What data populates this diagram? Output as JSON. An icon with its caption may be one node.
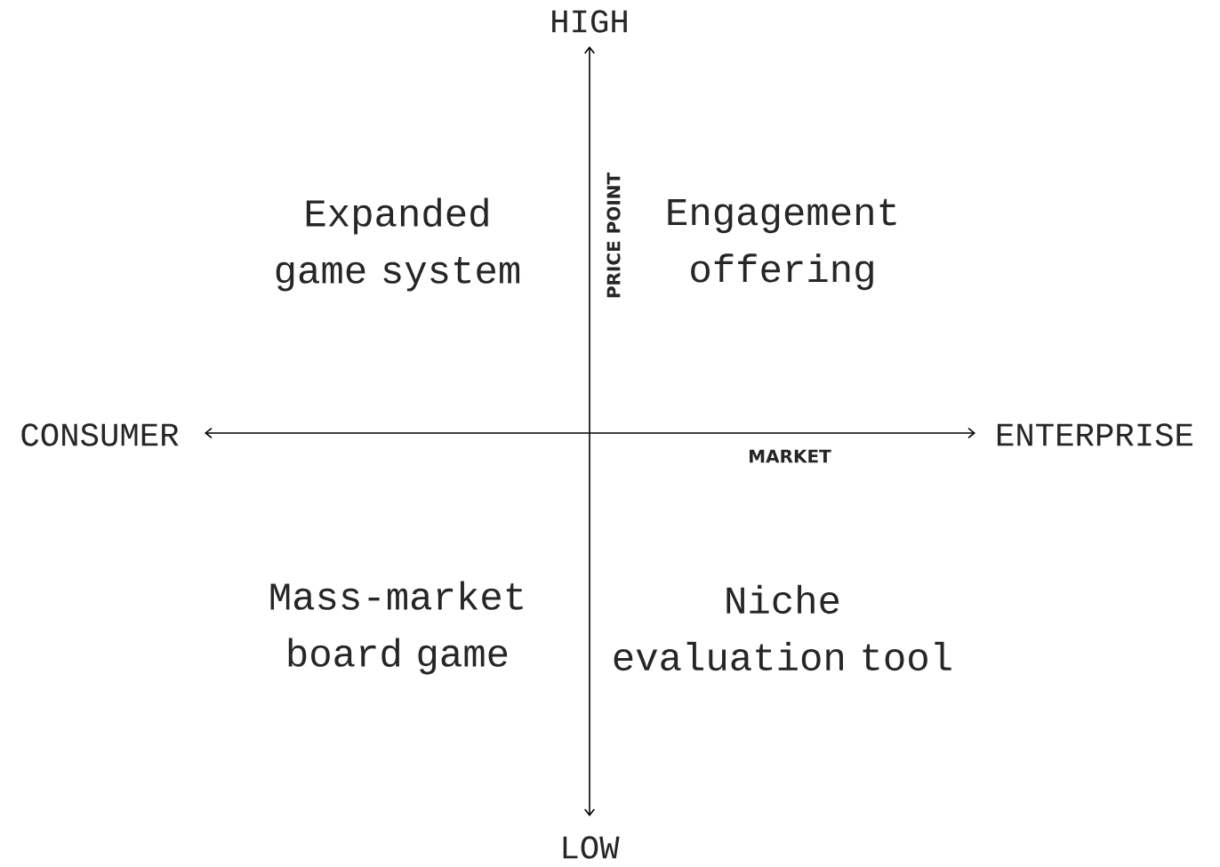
{
  "diagram": {
    "labels": [
      "HIGH",
      "Expanded game system",
      "PRICE POINT",
      "Engagement offering",
      "CONSUMER",
      "ENTERPRISE",
      "MARKET",
      "Mass-market board game",
      "Niche evaluation tool",
      "LOW"
    ]
  }
}
